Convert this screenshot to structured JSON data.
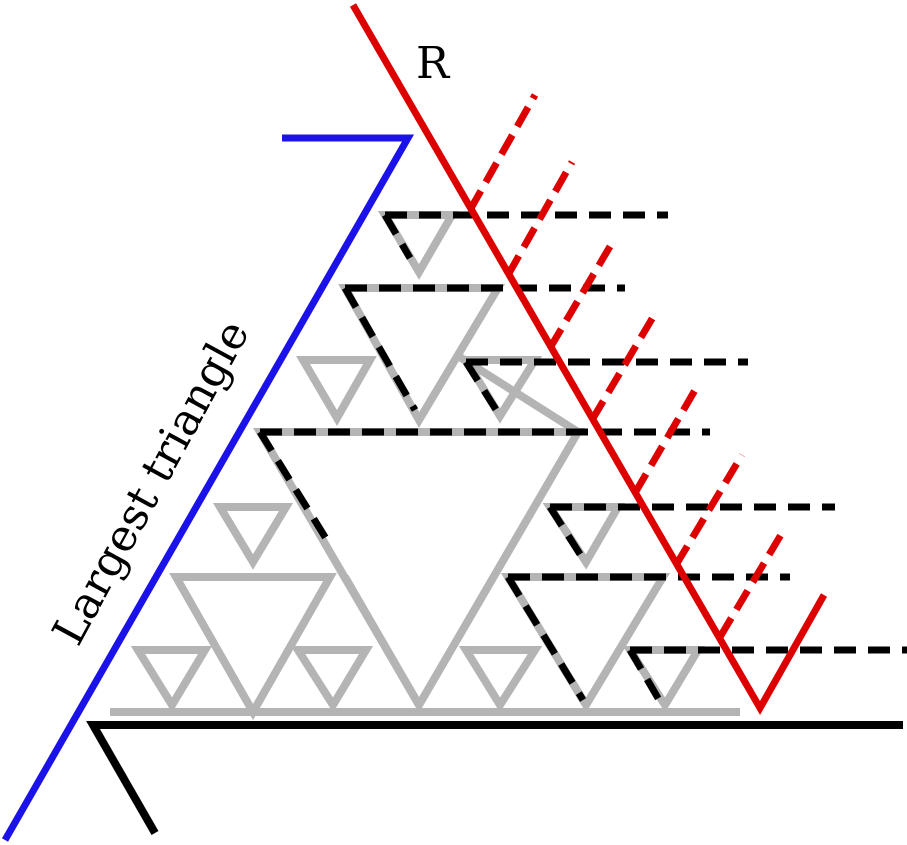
{
  "labels": {
    "r": "R",
    "largest_triangle": "Largest triangle"
  },
  "colors": {
    "background": "#ffffff",
    "fractal": "#b4b4b4",
    "blue_edge": "#1a12e8",
    "red_edge": "#dd0000",
    "black_edge": "#000000",
    "dashed": "#000000"
  },
  "icons": {
    "fractal": "sierpinski-triangle-fragment"
  }
}
